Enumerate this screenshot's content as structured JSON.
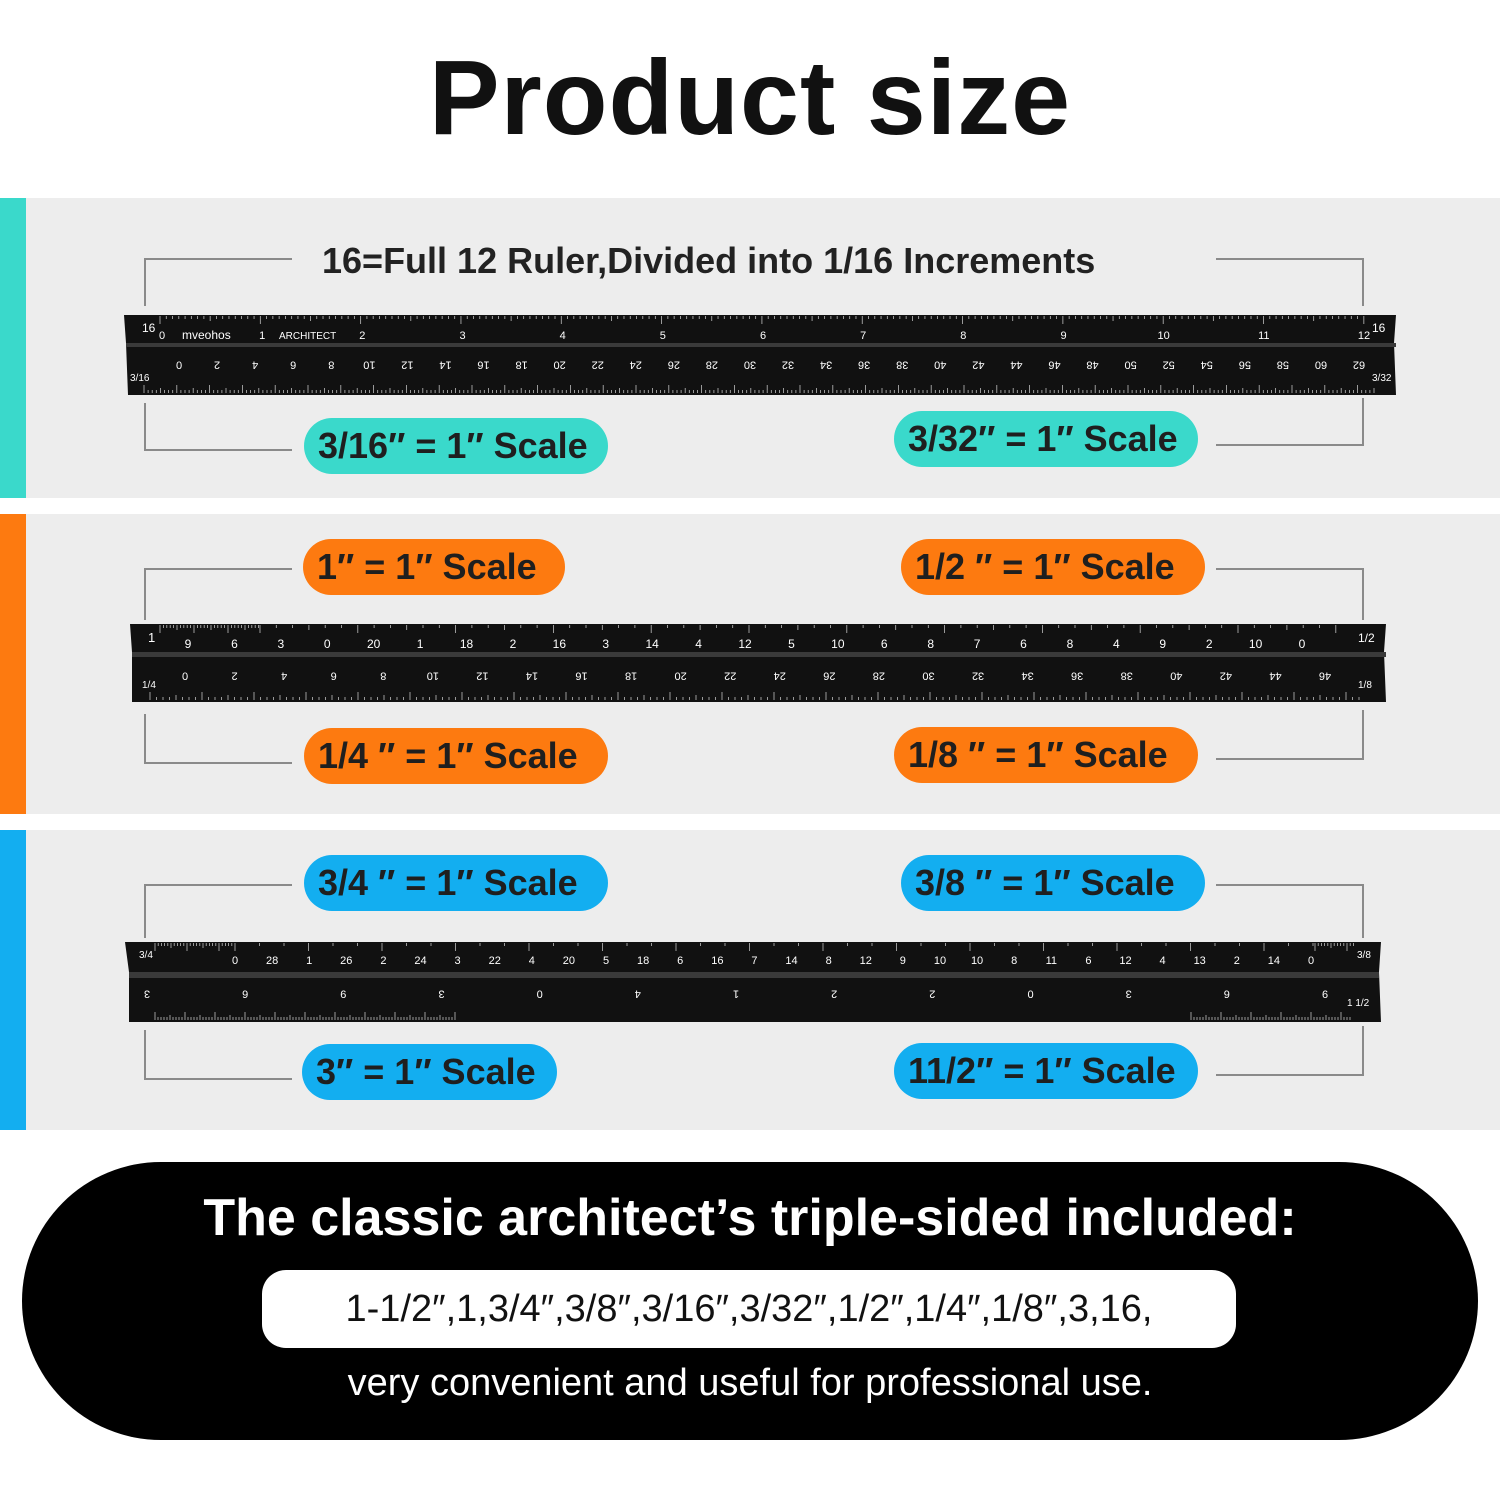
{
  "title": "Product size",
  "colors": {
    "teal": "#3ad9cb",
    "orange": "#fd7a10",
    "blue": "#13aef0",
    "ruler": "#111111"
  },
  "section1": {
    "heading": "16=Full 12 Ruler,Divided into 1/16  Increments",
    "pill_left": "3/16″ = 1″ Scale",
    "pill_right": "3/32″ = 1″ Scale",
    "ruler_label_brand": "mveohos",
    "ruler_label_type": "ARCHITECT",
    "ruler_end_left": "16",
    "ruler_end_right": "16",
    "ruler_top_numbers": [
      "0",
      "1",
      "2",
      "3",
      "4",
      "5",
      "6",
      "7",
      "8",
      "9",
      "10",
      "11",
      "12"
    ],
    "ruler_bottom_numbers": [
      "0",
      "2",
      "4",
      "6",
      "8",
      "10",
      "12",
      "14",
      "16",
      "18",
      "20",
      "22",
      "24",
      "26",
      "28",
      "30",
      "32",
      "34",
      "36",
      "38",
      "40",
      "42",
      "44",
      "46",
      "48",
      "50",
      "52",
      "54",
      "56",
      "58",
      "60",
      "62"
    ],
    "ruler_end_bottom_left": "3/16",
    "ruler_end_bottom_right": "3/32"
  },
  "section2": {
    "pill_top_left": "1″ = 1″ Scale",
    "pill_top_right": "1/2 ″ = 1″ Scale",
    "pill_bottom_left": "1/4 ″ = 1″ Scale",
    "pill_bottom_right": "1/8 ″ = 1″ Scale",
    "ruler_end_left": "1",
    "ruler_end_right": "1/2",
    "ruler_top_numbers": [
      "9",
      "6",
      "3",
      "0",
      "20",
      "1",
      "18",
      "2",
      "16",
      "3",
      "14",
      "4",
      "12",
      "5",
      "10",
      "6",
      "8",
      "7",
      "6",
      "8",
      "4",
      "9",
      "2",
      "10",
      "0"
    ],
    "ruler_bottom_numbers": [
      "0",
      "2",
      "4",
      "6",
      "8",
      "10",
      "12",
      "14",
      "16",
      "18",
      "20",
      "22",
      "24",
      "26",
      "28",
      "30",
      "32",
      "34",
      "36",
      "38",
      "40",
      "42",
      "44",
      "46"
    ],
    "ruler_end_bottom_left": "1/4",
    "ruler_end_bottom_right": "1/8"
  },
  "section3": {
    "pill_top_left": "3/4 ″ = 1″ Scale",
    "pill_top_right": "3/8 ″ = 1″ Scale",
    "pill_bottom_left": "3″ = 1″ Scale",
    "pill_bottom_right": "11/2″ = 1″ Scale",
    "ruler_end_left": "3/4",
    "ruler_end_right": "3/8",
    "ruler_top_numbers": [
      "0",
      "28",
      "1",
      "26",
      "2",
      "24",
      "3",
      "22",
      "4",
      "20",
      "5",
      "18",
      "6",
      "16",
      "7",
      "14",
      "8",
      "12",
      "9",
      "10",
      "10",
      "8",
      "11",
      "6",
      "12",
      "4",
      "13",
      "2",
      "14",
      "0"
    ],
    "ruler_bottom_numbers": [
      "3",
      "6",
      "9",
      "3",
      "0",
      "4",
      "1",
      "2",
      "2",
      "0",
      "3",
      "6",
      "9"
    ],
    "ruler_end_bottom_right": "1 1/2"
  },
  "bottom": {
    "heading": "The classic architect’s triple-sided included:",
    "scales": "1-1/2″,1,3/4″,3/8″,3/16″,3/32″,1/2″,1/4″,1/8″,3,16,",
    "note": "very convenient and useful for professional use."
  }
}
